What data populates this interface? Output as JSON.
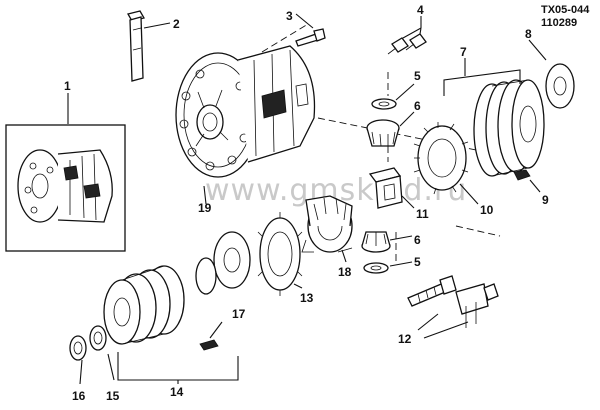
{
  "reference": {
    "code": "TX05-044",
    "number": "110289"
  },
  "watermark": "www.gmsklad.ru",
  "callouts": [
    "1",
    "2",
    "3",
    "4",
    "5",
    "6",
    "7",
    "8",
    "9",
    "10",
    "11",
    "12",
    "13",
    "14",
    "15",
    "16",
    "17",
    "18",
    "19",
    "5",
    "6"
  ]
}
